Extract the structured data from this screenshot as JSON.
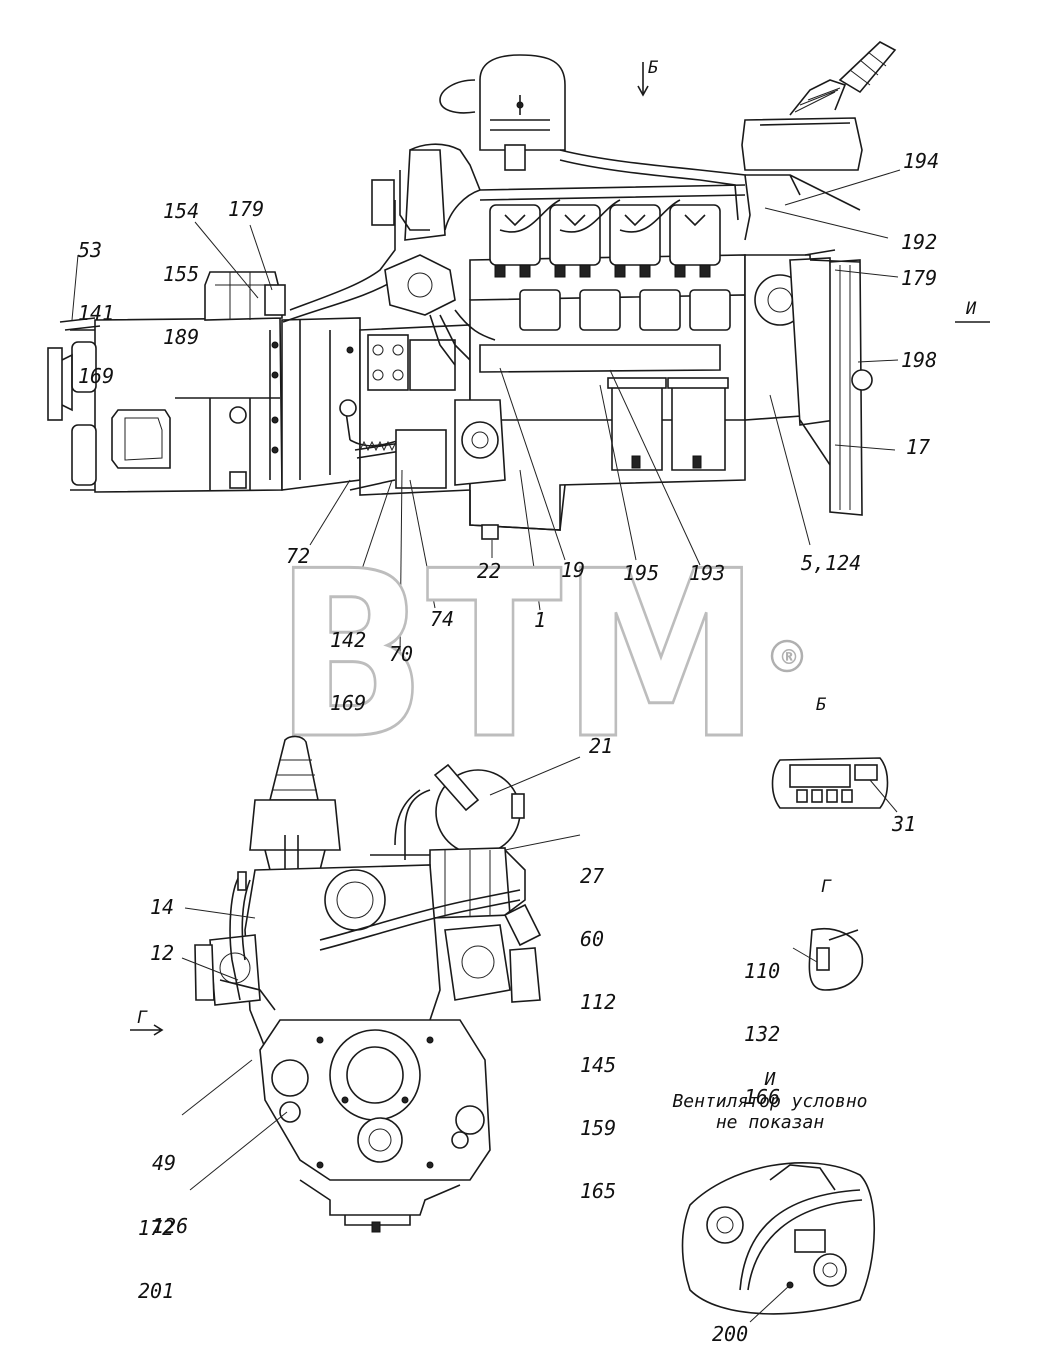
{
  "watermark": {
    "text": "BTM",
    "mark": "®"
  },
  "views": {
    "B": {
      "arrow_letter": "Б",
      "title": "Б"
    },
    "G": {
      "arrow_letter": "Г",
      "title": "Г"
    },
    "I": {
      "arrow_letter": "И",
      "title": "И",
      "note_line1": "Вентилятор условно",
      "note_line2": "не показан"
    }
  },
  "labels": {
    "l53": [
      "53",
      "141",
      "169"
    ],
    "l154": [
      "154",
      "155",
      "189"
    ],
    "l179a": "179",
    "l194": "194",
    "l192": "192",
    "l179b": "179",
    "l198": "198",
    "l17": "17",
    "l72": "72",
    "l142": [
      "142",
      "169"
    ],
    "l70": "70",
    "l74": "74",
    "l22": "22",
    "l1": "1",
    "l19": "19",
    "l195": "195",
    "l193": "193",
    "l5124": "5,124",
    "l21": "21",
    "l27": [
      "27",
      "60",
      "112",
      "145",
      "159",
      "165"
    ],
    "l14": "14",
    "l12": "12",
    "l49": [
      "49",
      "126"
    ],
    "l172": [
      "172",
      "201"
    ],
    "l31": "31",
    "l110": [
      "110",
      "132",
      "166"
    ],
    "l200": "200"
  }
}
